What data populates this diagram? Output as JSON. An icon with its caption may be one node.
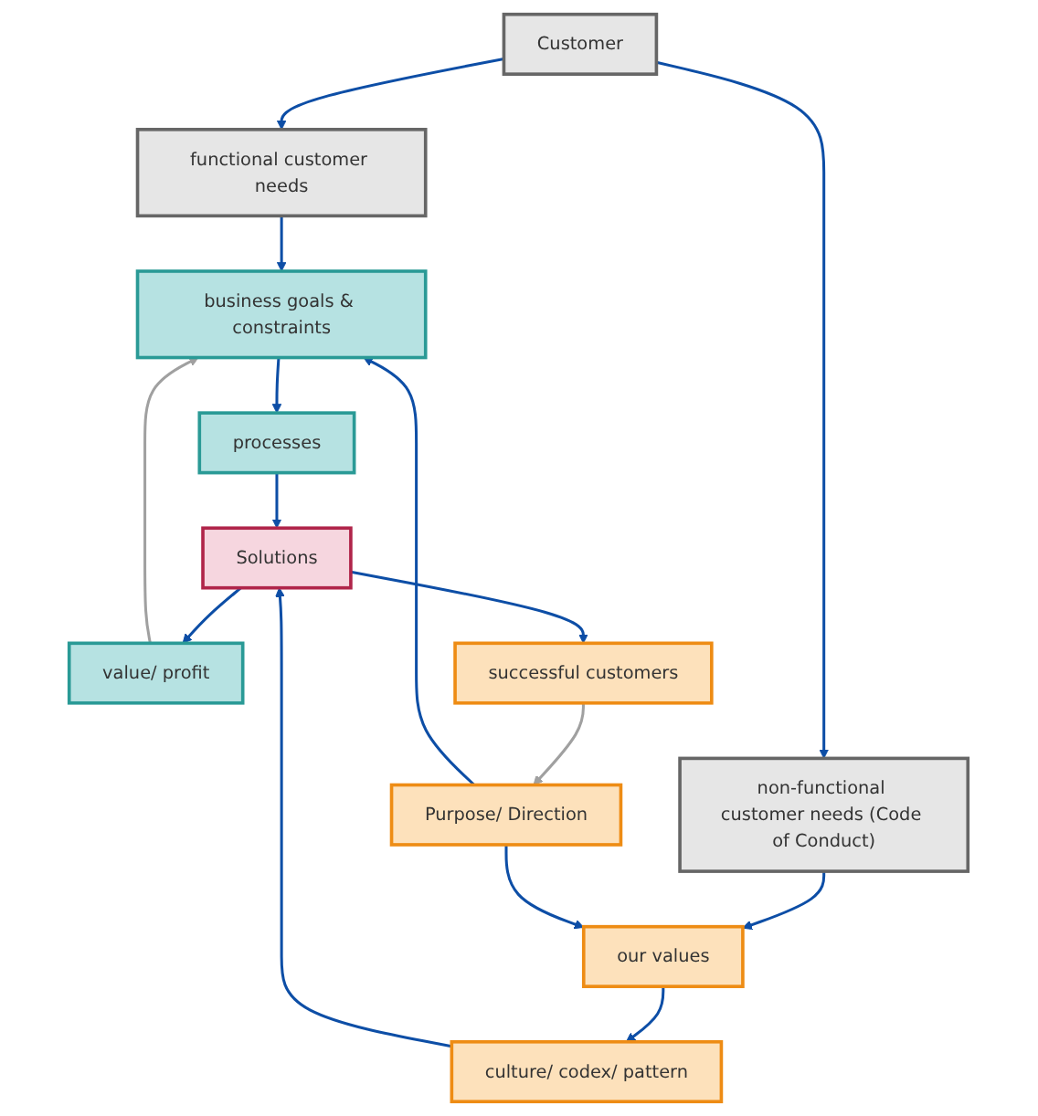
{
  "diagram": {
    "nodes": [
      {
        "text": [
          "Customer"
        ]
      },
      {
        "text": [
          "functional customer needs"
        ]
      },
      {
        "text": [
          "non-functional customer needs (Code of Conduct)"
        ]
      },
      {
        "text": [
          "Purpose/ Direction"
        ]
      },
      {
        "text": [
          "business goals & constraints"
        ]
      },
      {
        "text": [
          "our values"
        ]
      },
      {
        "text": [
          "processes"
        ]
      },
      {
        "text": [
          "culture/ codex/ pattern"
        ]
      },
      {
        "text": [
          "Solutions"
        ]
      },
      {
        "text": [
          "value/ profit"
        ]
      },
      {
        "text": [
          "successful customers"
        ]
      }
    ],
    "edges": [
      {
        "from": 0,
        "to": 1,
        "arrow": "to"
      },
      {
        "from": 0,
        "to": 2,
        "arrow": "to"
      },
      {
        "from": 1,
        "to": 4,
        "arrow": "to"
      },
      {
        "from": 2,
        "to": 5,
        "arrow": "to"
      },
      {
        "from": 3,
        "to": 4,
        "arrow": "to"
      },
      {
        "from": 3,
        "to": 5,
        "arrow": "to"
      },
      {
        "from": 4,
        "to": 6,
        "arrow": "to"
      },
      {
        "from": 5,
        "to": 7,
        "arrow": "to"
      },
      {
        "from": 6,
        "to": 8,
        "arrow": "to"
      },
      {
        "from": 7,
        "to": 8,
        "arrow": "to"
      },
      {
        "from": 8,
        "to": 9,
        "arrow": "to"
      },
      {
        "from": 8,
        "to": 10,
        "arrow": "to"
      },
      {
        "from": 9,
        "to": 4,
        "arrow": "to",
        "color": "#a0a0a0"
      },
      {
        "from": 10,
        "to": 3,
        "arrow": "to",
        "color": "#a0a0a0"
      }
    ]
  }
}
